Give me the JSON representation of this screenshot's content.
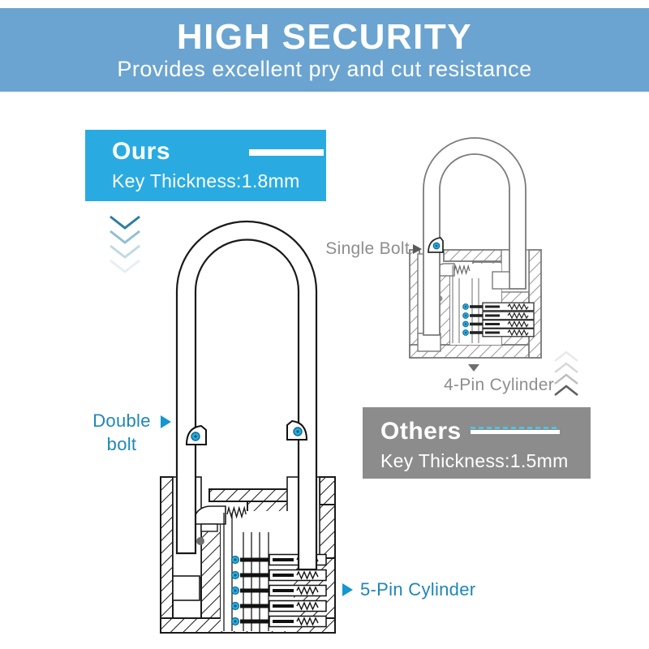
{
  "banner": {
    "title": "HIGH SECURITY",
    "subtitle": "Provides excellent pry and cut resistance"
  },
  "ours": {
    "name": "Ours",
    "key_thickness": "Key Thickness:1.8mm"
  },
  "others": {
    "name": "Others",
    "key_thickness": "Key Thickness:1.5mm"
  },
  "diagram_labels": {
    "double_bolt": "Double bolt",
    "five_pin_cylinder": "5-Pin Cylinder",
    "single_bolt": "Single Bolt",
    "four_pin_cylinder": "4-Pin Cylinder"
  },
  "icons": {
    "down_chevrons": "four fading chevron-down marks (blue)",
    "up_chevrons": "four fading chevron-up marks (gray)",
    "double_bolt_arrow": "arrow-right",
    "five_pin_arrow": "arrow-right",
    "single_bolt_arrow": "arrow-right",
    "four_pin_arrow": "arrow-down",
    "ours_key_line": "thick white line (1.8mm key)",
    "others_key_line": "thin white line with dashed cyan outline (1.5mm key)"
  },
  "colors": {
    "banner_blue": "#6BA4D0",
    "ours_cyan": "#29ABE2",
    "others_gray": "#8C8C8C",
    "label_blue": "#1E86B8",
    "label_gray": "#8E8E8E",
    "arrow_blue": "#1496D2",
    "pin_dot_cyan": "#29ABE2"
  }
}
